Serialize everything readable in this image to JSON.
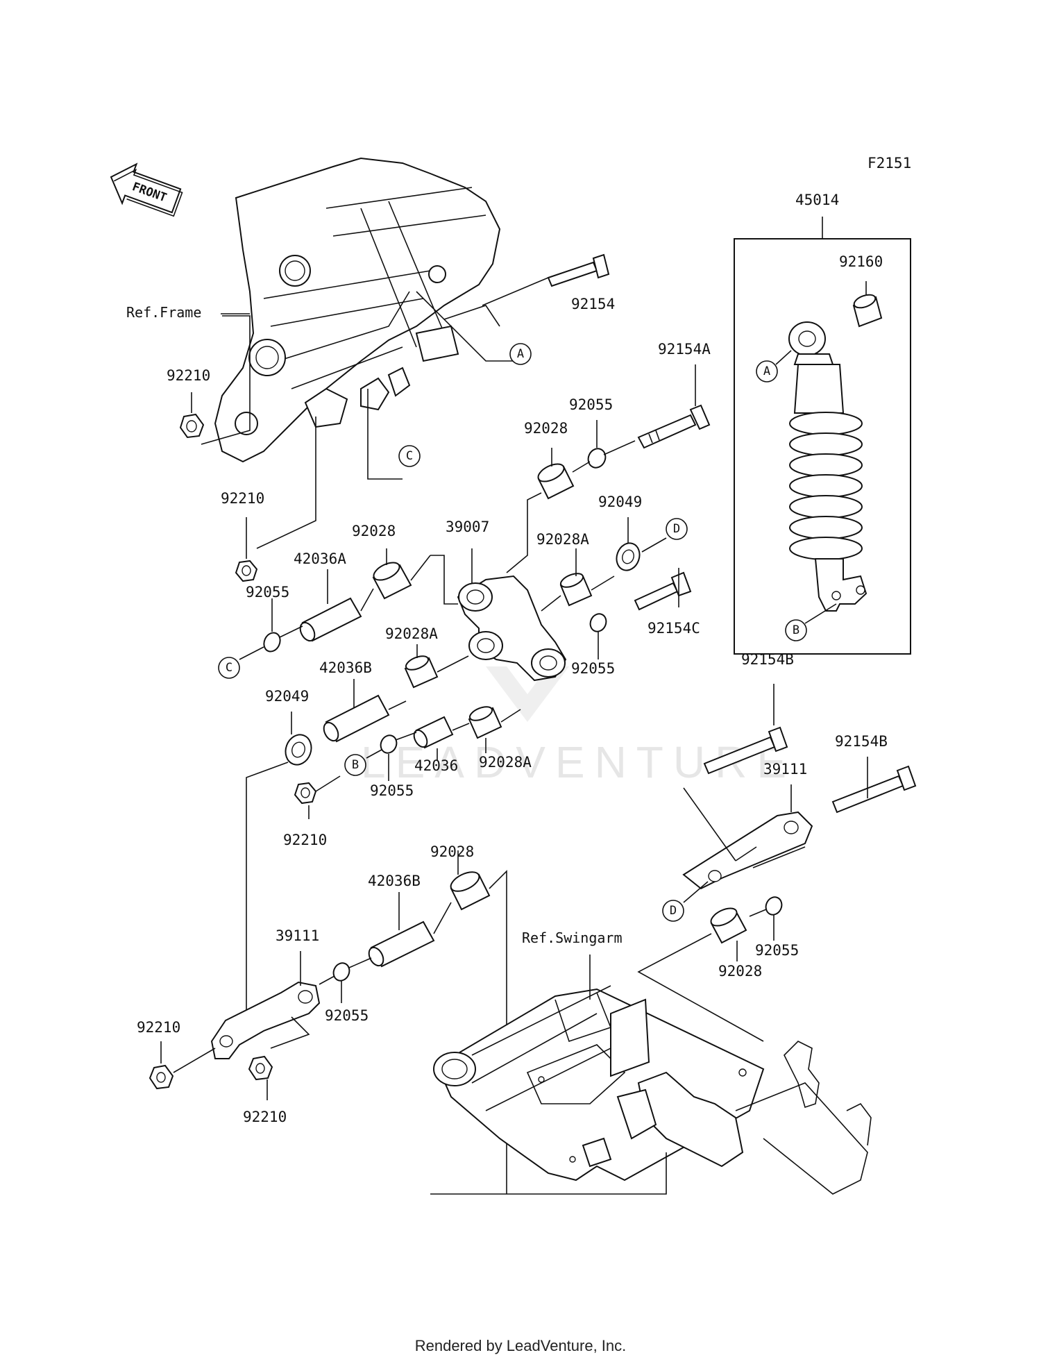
{
  "figure_code": "F2151",
  "front_marker": "FRONT",
  "watermark": "LEADVENTURE",
  "footer": "Rendered by LeadVenture, Inc.",
  "references": {
    "frame": "Ref.Frame",
    "swingarm": "Ref.Swingarm"
  },
  "callouts": [
    "A",
    "B",
    "C",
    "D"
  ],
  "part_labels": [
    {
      "id": "45014",
      "text": "45014"
    },
    {
      "id": "92160",
      "text": "92160"
    },
    {
      "id": "92154",
      "text": "92154"
    },
    {
      "id": "92154A",
      "text": "92154A"
    },
    {
      "id": "92154B-1",
      "text": "92154B"
    },
    {
      "id": "92154B-2",
      "text": "92154B"
    },
    {
      "id": "92154C",
      "text": "92154C"
    },
    {
      "id": "92210-1",
      "text": "92210"
    },
    {
      "id": "92210-2",
      "text": "92210"
    },
    {
      "id": "92210-3",
      "text": "92210"
    },
    {
      "id": "92210-4",
      "text": "92210"
    },
    {
      "id": "92210-5",
      "text": "92210"
    },
    {
      "id": "92055-1",
      "text": "92055"
    },
    {
      "id": "92055-2",
      "text": "92055"
    },
    {
      "id": "92055-3",
      "text": "92055"
    },
    {
      "id": "92055-4",
      "text": "92055"
    },
    {
      "id": "92055-5",
      "text": "92055"
    },
    {
      "id": "92055-6",
      "text": "92055"
    },
    {
      "id": "92028-1",
      "text": "92028"
    },
    {
      "id": "92028-2",
      "text": "92028"
    },
    {
      "id": "92028-3",
      "text": "92028"
    },
    {
      "id": "92028-4",
      "text": "92028"
    },
    {
      "id": "92028A-1",
      "text": "92028A"
    },
    {
      "id": "92028A-2",
      "text": "92028A"
    },
    {
      "id": "92028A-3",
      "text": "92028A"
    },
    {
      "id": "92049-1",
      "text": "92049"
    },
    {
      "id": "92049-2",
      "text": "92049"
    },
    {
      "id": "39007",
      "text": "39007"
    },
    {
      "id": "39111-1",
      "text": "39111"
    },
    {
      "id": "39111-2",
      "text": "39111"
    },
    {
      "id": "42036A",
      "text": "42036A"
    },
    {
      "id": "42036B-1",
      "text": "42036B"
    },
    {
      "id": "42036B-2",
      "text": "42036B"
    },
    {
      "id": "42036",
      "text": "42036"
    }
  ]
}
